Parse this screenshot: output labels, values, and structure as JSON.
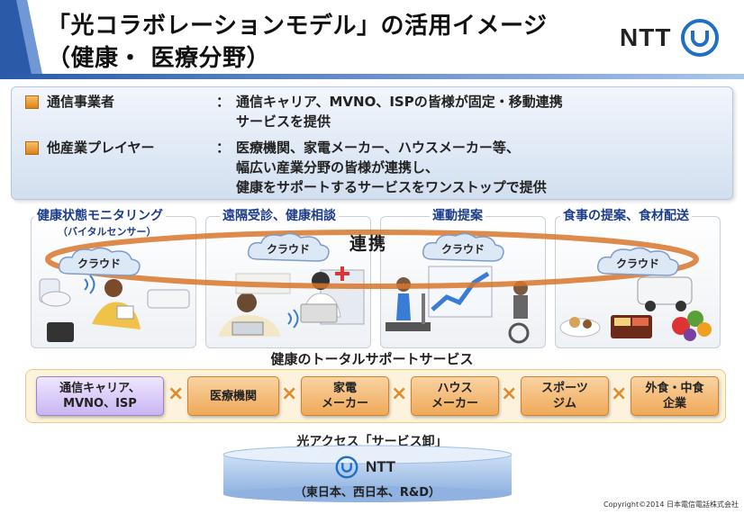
{
  "title": {
    "line1": "「光コラボレーションモデル」の活用イメージ",
    "line2": "（健康・ 医療分野）"
  },
  "logo": {
    "text": "NTT",
    "icon": "ntt-logo-icon"
  },
  "info": {
    "items": [
      {
        "label": "通信事業者",
        "colon": "：",
        "lines": [
          "通信キャリア、MVNO、ISPの皆様が固定・移動連携",
          "サービスを提供"
        ]
      },
      {
        "label": "他産業プレイヤー",
        "colon": "：",
        "lines": [
          "医療機関、家電メーカー、ハウスメーカー等、",
          "幅広い産業分野の皆様が連携し、",
          "健康をサポートするサービスをワンストップで提供"
        ]
      }
    ]
  },
  "panels": [
    {
      "title": "健康状態モニタリング",
      "subtitle": "（バイタルセンサー）",
      "cloud": "クラウド",
      "icons": [
        "scale-icon",
        "toilet-icon",
        "person-reading-icon",
        "air-conditioner-icon"
      ]
    },
    {
      "title": "遠隔受診、健康相談",
      "cloud": "クラウド",
      "icons": [
        "hospital-icon",
        "doctor-icon",
        "person-laptop-icon"
      ]
    },
    {
      "title": "運動提案",
      "cloud": "クラウド",
      "icons": [
        "treadmill-icon",
        "chart-icon",
        "exercise-bike-icon"
      ]
    },
    {
      "title": "食事の提案、食材配送",
      "cloud": "クラウド",
      "icons": [
        "delivery-van-icon",
        "meal-icon",
        "bento-icon",
        "vegetables-icon"
      ]
    }
  ],
  "link_label": "連携",
  "total_support": {
    "title": "健康のトータルサポートサービス",
    "players": [
      {
        "line1": "通信キャリア、",
        "line2": "MVNO、ISP",
        "style": "purple"
      },
      {
        "line1": "医療機関",
        "line2": "",
        "style": "orange"
      },
      {
        "line1": "家電",
        "line2": "メーカー",
        "style": "orange"
      },
      {
        "line1": "ハウス",
        "line2": "メーカー",
        "style": "orange"
      },
      {
        "line1": "スポーツ",
        "line2": "ジム",
        "style": "orange"
      },
      {
        "line1": "外食・中食",
        "line2": "企業",
        "style": "orange"
      }
    ],
    "separator": "×"
  },
  "access": {
    "title": "光アクセス「サービス卸」",
    "ntt": "NTT",
    "sub": "（東日本、西日本、R&D）"
  },
  "copyright": "Copyright©2014 日本電信電話株式会社",
  "colors": {
    "accent_blue": "#1d3d8a",
    "orange": "#f0a958",
    "purple": "#c9b5f2"
  }
}
